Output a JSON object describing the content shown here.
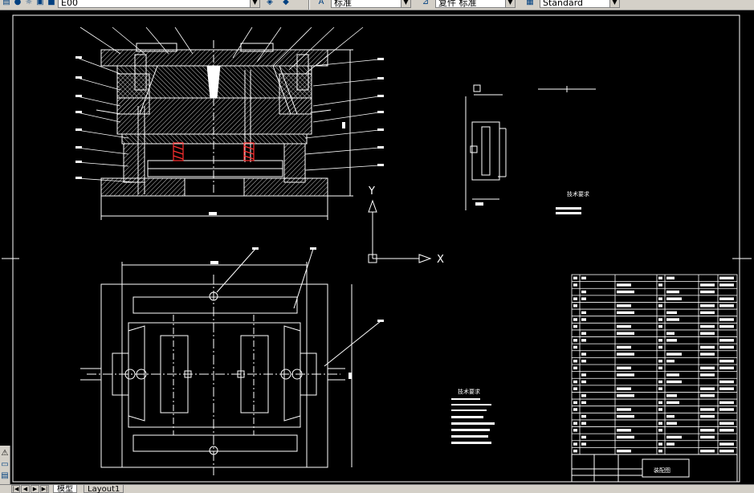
{
  "toolbar": {
    "layer_name": "E00",
    "text_style": "标准",
    "dim_style": "复件 标准",
    "table_style": "Standard"
  },
  "drawing": {
    "ucs_x_label": "X",
    "ucs_y_label": "Y",
    "tech_req_title": "技术要求",
    "right_note_title": "技术要求",
    "title_block_name": "装配图"
  },
  "tabs": [
    {
      "label": "模型"
    },
    {
      "label": "Layout1"
    }
  ],
  "colors": {
    "background": "#000000",
    "linework": "#ffffff",
    "hatch": "#c8c8c8",
    "highlight": "#ff3030",
    "ui_face": "#d4d0c8"
  }
}
